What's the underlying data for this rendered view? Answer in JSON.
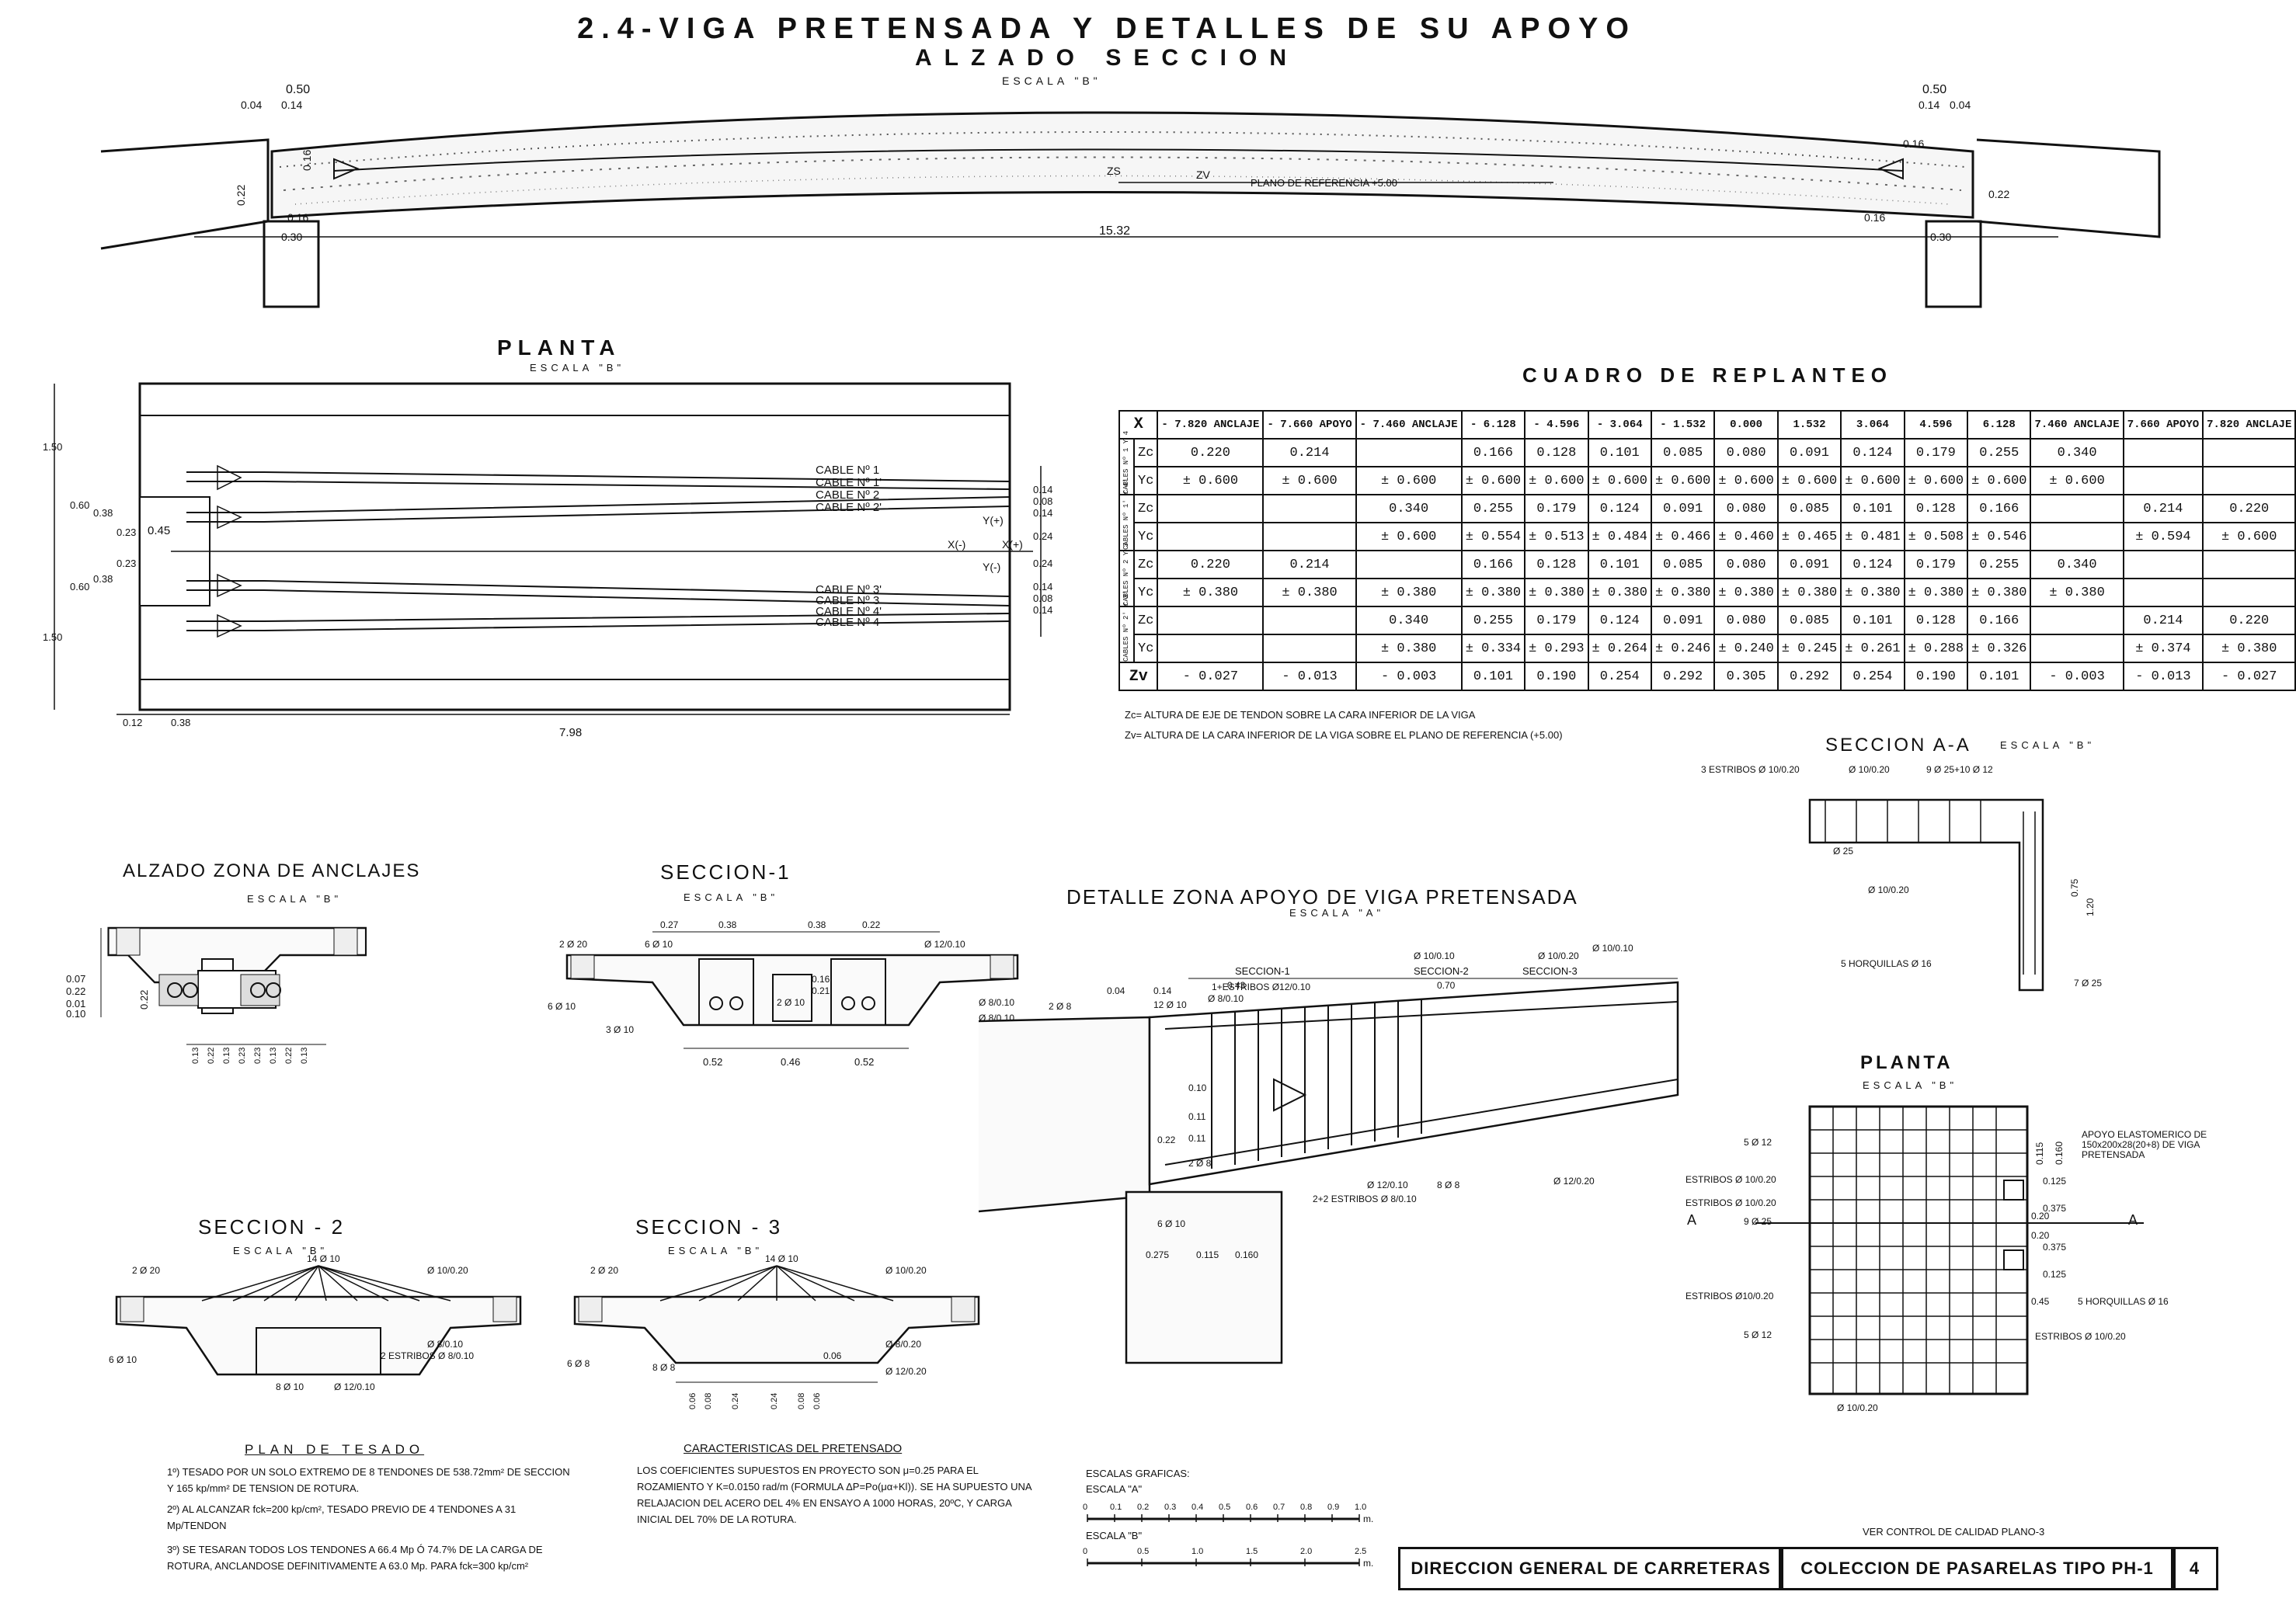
{
  "title": "2.4-VIGA PRETENSADA Y DETALLES DE SU APOYO",
  "subtitle": "ALZADO SECCION",
  "escala_b": "ESCALA \"B\"",
  "escala_a": "ESCALA \"A\"",
  "alzado": {
    "dims": [
      "0.50",
      "0.04",
      "0.14",
      "0.16",
      "0.22",
      "0.16",
      "0.30",
      "15.32",
      "0.16",
      "0.30",
      "0.50",
      "0.14",
      "0.04",
      "0.16",
      "0.22"
    ],
    "labels": {
      "zs": "ZS",
      "zv": "ZV",
      "ref": "PLANO DE REFERENCIA +5.00"
    }
  },
  "planta": {
    "title": "PLANTA",
    "cables": [
      "CABLE Nº 1",
      "CABLE Nº 1'",
      "CABLE Nº 2",
      "CABLE Nº 2'",
      "CABLE Nº 3'",
      "CABLE Nº 3",
      "CABLE Nº 4'",
      "CABLE Nº 4"
    ],
    "right_dims": [
      "0.14",
      "0.08",
      "0.14",
      "0.24",
      "0.24",
      "0.14",
      "0.08",
      "0.14"
    ],
    "axes": [
      "Y(+)",
      "X(-)",
      "X(+)",
      "Y(-)"
    ],
    "left_dims": [
      "1.50",
      "0.60",
      "0.38",
      "0.23",
      "0.23",
      "0.38",
      "0.60",
      "1.50"
    ],
    "bottom_dims": [
      "0.12",
      "0.38",
      "7.98"
    ],
    "center_dim": "0.45"
  },
  "cuadro": {
    "title": "CUADRO DE REPLANTEO",
    "header": [
      "X",
      "- 7.820 ANCLAJE",
      "- 7.660 APOYO",
      "- 7.460 ANCLAJE",
      "- 6.128",
      "- 4.596",
      "- 3.064",
      "- 1.532",
      "0.000",
      "1.532",
      "3.064",
      "4.596",
      "6.128",
      "7.460 ANCLAJE",
      "7.660 APOYO",
      "7.820 ANCLAJE"
    ],
    "groups": [
      {
        "name": "CABLES Nº 1 Y 4",
        "rows": [
          [
            "Zc",
            "0.220",
            "0.214",
            "",
            "0.166",
            "0.128",
            "0.101",
            "0.085",
            "0.080",
            "0.091",
            "0.124",
            "0.179",
            "0.255",
            "0.340",
            "",
            ""
          ],
          [
            "Yc",
            "± 0.600",
            "± 0.600",
            "± 0.600",
            "± 0.600",
            "± 0.600",
            "± 0.600",
            "± 0.600",
            "± 0.600",
            "± 0.600",
            "± 0.600",
            "± 0.600",
            "± 0.600",
            "± 0.600",
            "",
            ""
          ]
        ]
      },
      {
        "name": "CABLES Nº 1' Y 4'",
        "rows": [
          [
            "Zc",
            "",
            "",
            "0.340",
            "0.255",
            "0.179",
            "0.124",
            "0.091",
            "0.080",
            "0.085",
            "0.101",
            "0.128",
            "0.166",
            "",
            "0.214",
            "0.220"
          ],
          [
            "Yc",
            "",
            "",
            "± 0.600",
            "± 0.554",
            "± 0.513",
            "± 0.484",
            "± 0.466",
            "± 0.460",
            "± 0.465",
            "± 0.481",
            "± 0.508",
            "± 0.546",
            "",
            "± 0.594",
            "± 0.600"
          ]
        ]
      },
      {
        "name": "CABLES Nº 2 Y 3",
        "rows": [
          [
            "Zc",
            "0.220",
            "0.214",
            "",
            "0.166",
            "0.128",
            "0.101",
            "0.085",
            "0.080",
            "0.091",
            "0.124",
            "0.179",
            "0.255",
            "0.340",
            "",
            ""
          ],
          [
            "Yc",
            "± 0.380",
            "± 0.380",
            "± 0.380",
            "± 0.380",
            "± 0.380",
            "± 0.380",
            "± 0.380",
            "± 0.380",
            "± 0.380",
            "± 0.380",
            "± 0.380",
            "± 0.380",
            "± 0.380",
            "",
            ""
          ]
        ]
      },
      {
        "name": "CABLES Nº 2' Y 3'",
        "rows": [
          [
            "Zc",
            "",
            "",
            "0.340",
            "0.255",
            "0.179",
            "0.124",
            "0.091",
            "0.080",
            "0.085",
            "0.101",
            "0.128",
            "0.166",
            "",
            "0.214",
            "0.220"
          ],
          [
            "Yc",
            "",
            "",
            "± 0.380",
            "± 0.334",
            "± 0.293",
            "± 0.264",
            "± 0.246",
            "± 0.240",
            "± 0.245",
            "± 0.261",
            "± 0.288",
            "± 0.326",
            "",
            "± 0.374",
            "± 0.380"
          ]
        ]
      }
    ],
    "zv_row": [
      "Zv",
      "- 0.027",
      "- 0.013",
      "- 0.003",
      "0.101",
      "0.190",
      "0.254",
      "0.292",
      "0.305",
      "0.292",
      "0.254",
      "0.190",
      "0.101",
      "- 0.003",
      "- 0.013",
      "- 0.027"
    ],
    "notes": [
      "Zc= ALTURA DE EJE DE TENDON SOBRE LA CARA INFERIOR DE LA VIGA",
      "Zv= ALTURA DE LA CARA INFERIOR DE LA VIGA SOBRE EL PLANO DE REFERENCIA (+5.00)"
    ]
  },
  "alzado_anclajes": {
    "title": "ALZADO ZONA DE ANCLAJES",
    "left_dims": [
      "0.07",
      "0.22",
      "0.01",
      "0.10"
    ],
    "mid_dim": "0.22",
    "bottom_dims": [
      "0.13",
      "0.22",
      "0.13",
      "0.23",
      "0.23",
      "0.13",
      "0.22",
      "0.13"
    ]
  },
  "seccion1": {
    "title": "SECCION-1",
    "top_dims": [
      "0.27",
      "0.38",
      "0.38",
      "0.22"
    ],
    "bottom_dims": [
      "0.52",
      "0.46",
      "0.52"
    ],
    "labels": [
      "2 Ø 20",
      "6 Ø 10",
      "Ø 12/0.10",
      "0.16",
      "0.21",
      "2 Ø 10",
      "Ø 8/0.10",
      "6 Ø 10",
      "3 Ø 10",
      "Ø 8/0.10"
    ]
  },
  "seccion2": {
    "title": "SECCION - 2",
    "labels": [
      "2 Ø 20",
      "14 Ø 10",
      "Ø 10/0.20",
      "Ø 8/0.10",
      "2 ESTRIBOS Ø 8/0.10",
      "6 Ø 10",
      "8 Ø 10",
      "Ø 12/0.10"
    ]
  },
  "seccion3": {
    "title": "SECCION - 3",
    "labels": [
      "2 Ø 20",
      "14 Ø 10",
      "Ø 10/0.20",
      "Ø 8/0.20",
      "0.06",
      "Ø 12/0.20",
      "6 Ø 8",
      "8 Ø 8"
    ],
    "bottom_dims": [
      "0.06",
      "0.08",
      "0.24",
      "0.24",
      "0.08",
      "0.06"
    ]
  },
  "plan_tesado": {
    "title": "PLAN DE TESADO",
    "items": [
      "1º) TESADO POR UN SOLO EXTREMO DE 8 TENDONES DE 538.72mm² DE SECCION Y 165 kp/mm² DE TENSION DE ROTURA.",
      "2º) AL ALCANZAR fck=200 kp/cm², TESADO PREVIO DE 4 TENDONES A 31 Mp/TENDON",
      "3º) SE TESARAN TODOS LOS TENDONES A 66.4 Mp Ó 74.7% DE LA CARGA DE ROTURA, ANCLANDOSE DEFINITIVAMENTE A 63.0 Mp. PARA fck=300 kp/cm²"
    ]
  },
  "caracteristicas": {
    "title": "CARACTERISTICAS DEL PRETENSADO",
    "text": "LOS COEFICIENTES SUPUESTOS EN PROYECTO SON μ=0.25 PARA EL ROZAMIENTO Y K=0.0150 rad/m (FORMULA ΔP=Po(μα+Kl)). SE HA SUPUESTO UNA RELAJACION DEL ACERO DEL 4% EN ENSAYO A 1000 HORAS, 20ºC, Y CARGA INICIAL DEL 70% DE LA ROTURA."
  },
  "detalle": {
    "title": "DETALLE ZONA APOYO DE VIGA PRETENSADA",
    "secciones": [
      "SECCION-1",
      "SECCION-2",
      "SECCION-3"
    ],
    "dims": [
      "0.43",
      "0.70",
      "0.04",
      "0.14"
    ],
    "labels": [
      "2 Ø 8",
      "12 Ø 10",
      "1+ESTRIBOS Ø12/0.10",
      "Ø 8/0.10",
      "Ø 10/0.10",
      "Ø 10/0.20",
      "Ø 10/0.10",
      "Ø 12/0.10",
      "8 Ø 8",
      "2+2 ESTRIBOS Ø 8/0.10",
      "Ø 12/0.20",
      "0.10",
      "0.11",
      "0.22",
      "0.11",
      "2 Ø 8",
      "6 Ø 10",
      "0.275",
      "0.115",
      "0.160"
    ]
  },
  "seccion_aa": {
    "title": "SECCION A-A",
    "labels": [
      "3 ESTRIBOS Ø 10/0.20",
      "Ø 10/0.20",
      "9 Ø 25+10 Ø 12",
      "Ø 25",
      "Ø 10/0.20",
      "0.75",
      "1.20",
      "5 HORQUILLAS Ø 16",
      "7 Ø 25"
    ]
  },
  "planta2": {
    "title": "PLANTA",
    "labels": [
      "5 Ø 12",
      "ESTRIBOS Ø 10/0.20",
      "ESTRIBOS Ø 10/0.20",
      "A",
      "9 Ø 25",
      "A",
      "ESTRIBOS Ø10/0.20",
      "5 Ø 12",
      "Ø 10/0.20",
      "0.115",
      "0.160",
      "APOYO ELASTOMERICO DE 150x200x28(20+8) DE VIGA PRETENSADA",
      "0.125",
      "0.375",
      "0.20",
      "0.20",
      "0.375",
      "0.125",
      "0.45",
      "5 HORQUILLAS Ø 16",
      "ESTRIBOS Ø 10/0.20"
    ]
  },
  "escalas": {
    "title": "ESCALAS GRAFICAS:",
    "a_label": "ESCALA \"A\"",
    "a_ticks": [
      "0",
      "0.1",
      "0.2",
      "0.3",
      "0.4",
      "0.5",
      "0.6",
      "0.7",
      "0.8",
      "0.9",
      "1.0"
    ],
    "b_label": "ESCALA \"B\"",
    "b_ticks": [
      "0",
      "0.5",
      "1.0",
      "1.5",
      "2.0",
      "2.5"
    ],
    "unit": "m."
  },
  "ver_control": "VER CONTROL DE CALIDAD PLANO-3",
  "footer": {
    "org": "DIRECCION GENERAL DE CARRETERAS",
    "coleccion": "COLECCION DE PASARELAS TIPO PH-1",
    "sheet": "4"
  }
}
